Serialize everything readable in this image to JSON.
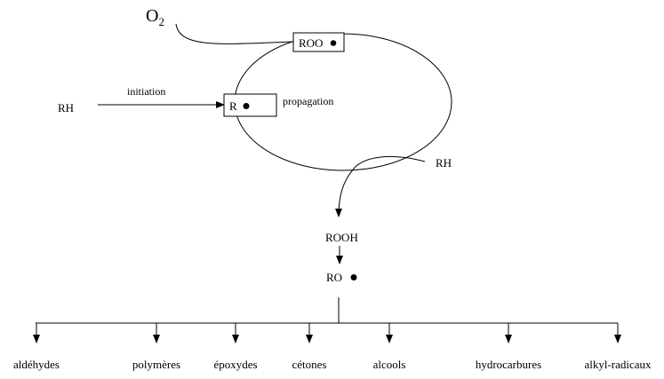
{
  "oxygen": {
    "base": "O",
    "subscript": "2"
  },
  "cycle": {
    "peroxyl_radical": "ROO",
    "alkyl_radical": "R",
    "propagation_label": "propagation"
  },
  "initiation": {
    "reactant": "RH",
    "label": "initiation"
  },
  "hydrogen_donor": "RH",
  "hydroperoxide": "ROOH",
  "alkoxyl_radical": "RO",
  "products": [
    "aldéhydes",
    "polymères",
    "époxydes",
    "cétones",
    "alcools",
    "hydrocarbures",
    "alkyl-radicaux"
  ]
}
